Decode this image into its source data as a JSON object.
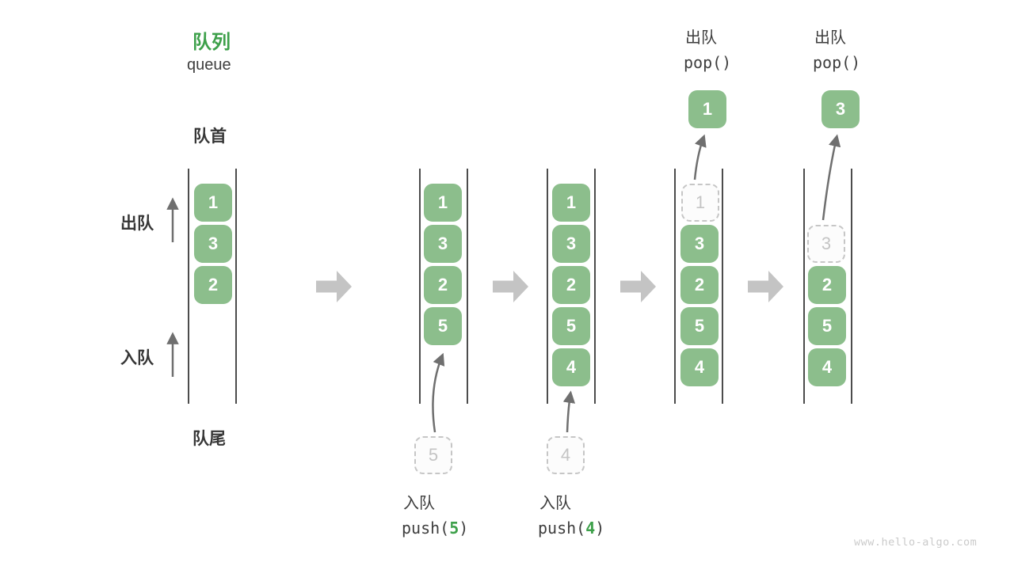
{
  "title": {
    "zh": "队列",
    "en": "queue"
  },
  "side_labels": {
    "front": "队首",
    "rear": "队尾",
    "dequeue": "出队",
    "enqueue": "入队"
  },
  "colors": {
    "accent_green": "#3da04a",
    "cell_green": "#8cbe8c",
    "ghost_gray": "#c6c6c6",
    "block_arrow_gray": "#c4c4c4",
    "thin_arrow_gray": "#6f6f6f",
    "text_dark": "#3e3e3e"
  },
  "watermark": "www.hello-algo.com",
  "states": [
    {
      "cells": [
        "1",
        "3",
        "2"
      ]
    },
    {
      "cells": [
        "1",
        "3",
        "2",
        "5"
      ],
      "incoming": "5",
      "op": {
        "name": "入队",
        "fn": "push(",
        "arg": "5",
        "close": ")"
      }
    },
    {
      "cells": [
        "1",
        "3",
        "2",
        "5",
        "4"
      ],
      "incoming": "4",
      "op": {
        "name": "入队",
        "fn": "push(",
        "arg": "4",
        "close": ")"
      }
    },
    {
      "ghost": "1",
      "cells": [
        "3",
        "2",
        "5",
        "4"
      ],
      "popped": "1",
      "op": {
        "name": "出队",
        "fn": "pop()"
      }
    },
    {
      "ghost": "3",
      "cells": [
        "2",
        "5",
        "4"
      ],
      "popped": "3",
      "op": {
        "name": "出队",
        "fn": "pop()"
      }
    }
  ]
}
